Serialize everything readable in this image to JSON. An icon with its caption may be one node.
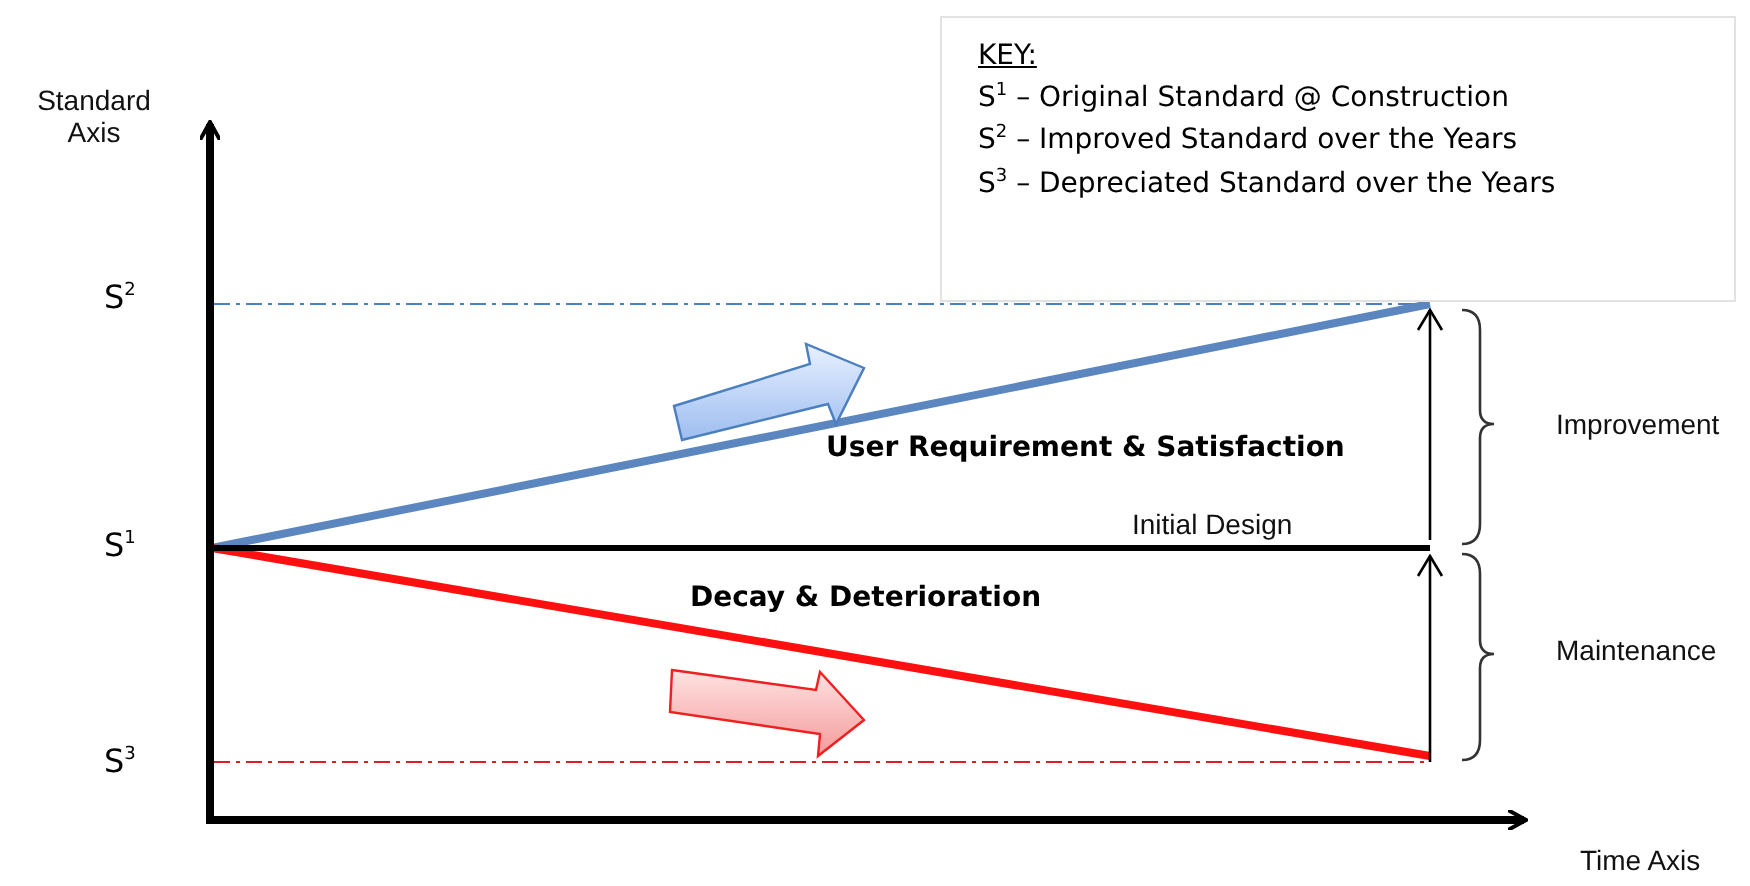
{
  "diagram": {
    "nodes": [
      {
        "text": [
          "KEY:",
          "S$^{1}$ – Original Standard @ Construction",
          "S$^{2}$ – Improved Standard over the Years",
          "S$^{3}$ – Depreciated Standard over the Years"
        ]
      }
    ],
    "labels": [
      "Standard Axis",
      "S$^{2}$",
      "S$^{1}$",
      "S$^{3}$",
      "User Requirement & Satisfaction",
      "Initial Design",
      "Decay & Deterioration",
      "Improvement",
      "Maintenance",
      "Time Axis"
    ]
  }
}
